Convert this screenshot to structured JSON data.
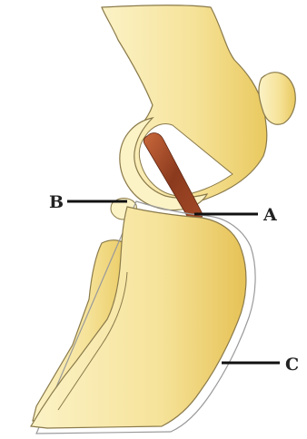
{
  "labels": {
    "a": "A",
    "b": "B",
    "c": "C"
  },
  "colors": {
    "bone_fill": "#f6e39a",
    "bone_light": "#fbf2c6",
    "bone_shade": "#e9c95f",
    "outline": "#8a7a4a",
    "ligament": "#8b3a1e",
    "ligament_light": "#c9683c",
    "leader_line": "#111111",
    "outer_contour": "#9a9a9a"
  }
}
